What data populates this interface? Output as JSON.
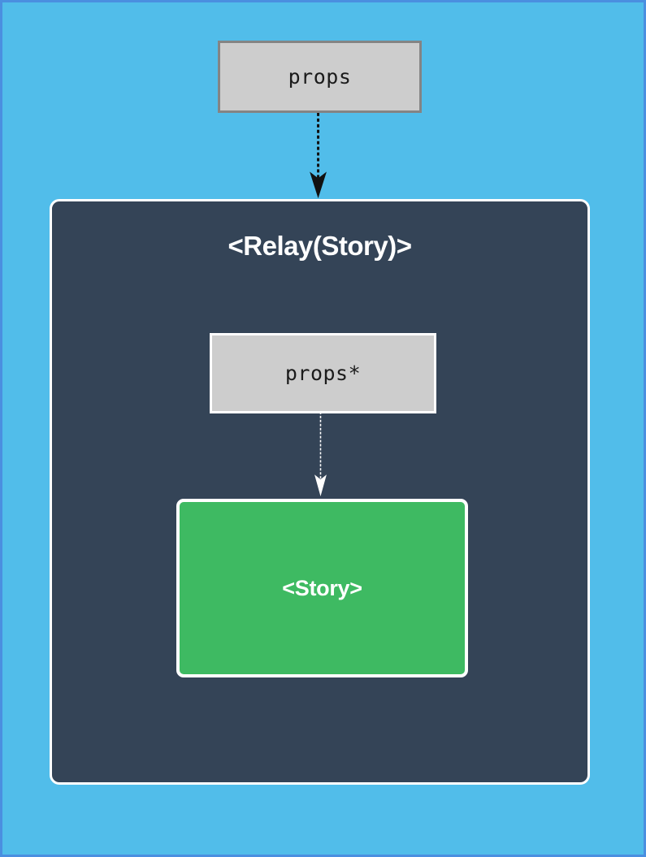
{
  "diagram": {
    "type": "component-hierarchy-diagram",
    "background_color": "#51bdea",
    "border_color": "#4a8fe0",
    "nodes": {
      "props_outer": {
        "label": "props",
        "fill_color": "#cdcdcd",
        "border_color": "#848484",
        "text_color": "#1b1b1b",
        "shape": "rectangle"
      },
      "relay_container": {
        "label": "<Relay(Story)>",
        "fill_color": "#344457",
        "border_color": "#ffffff",
        "text_color": "#ffffff",
        "shape": "rounded-rectangle"
      },
      "props_inner": {
        "label": "props*",
        "fill_color": "#cdcdcd",
        "border_color": "#ffffff",
        "text_color": "#1b1b1b",
        "shape": "rectangle"
      },
      "story": {
        "label": "<Story>",
        "fill_color": "#3eba62",
        "border_color": "#ffffff",
        "text_color": "#ffffff",
        "shape": "rounded-rectangle"
      }
    },
    "edges": [
      {
        "name": "props-to-relay",
        "from": "props_outer",
        "to": "relay_container",
        "color": "#111111",
        "style": "dashed-with-arrowhead"
      },
      {
        "name": "props-star-to-story",
        "from": "props_inner",
        "to": "story",
        "color": "#ffffff",
        "style": "dashed-with-arrowhead"
      }
    ]
  }
}
